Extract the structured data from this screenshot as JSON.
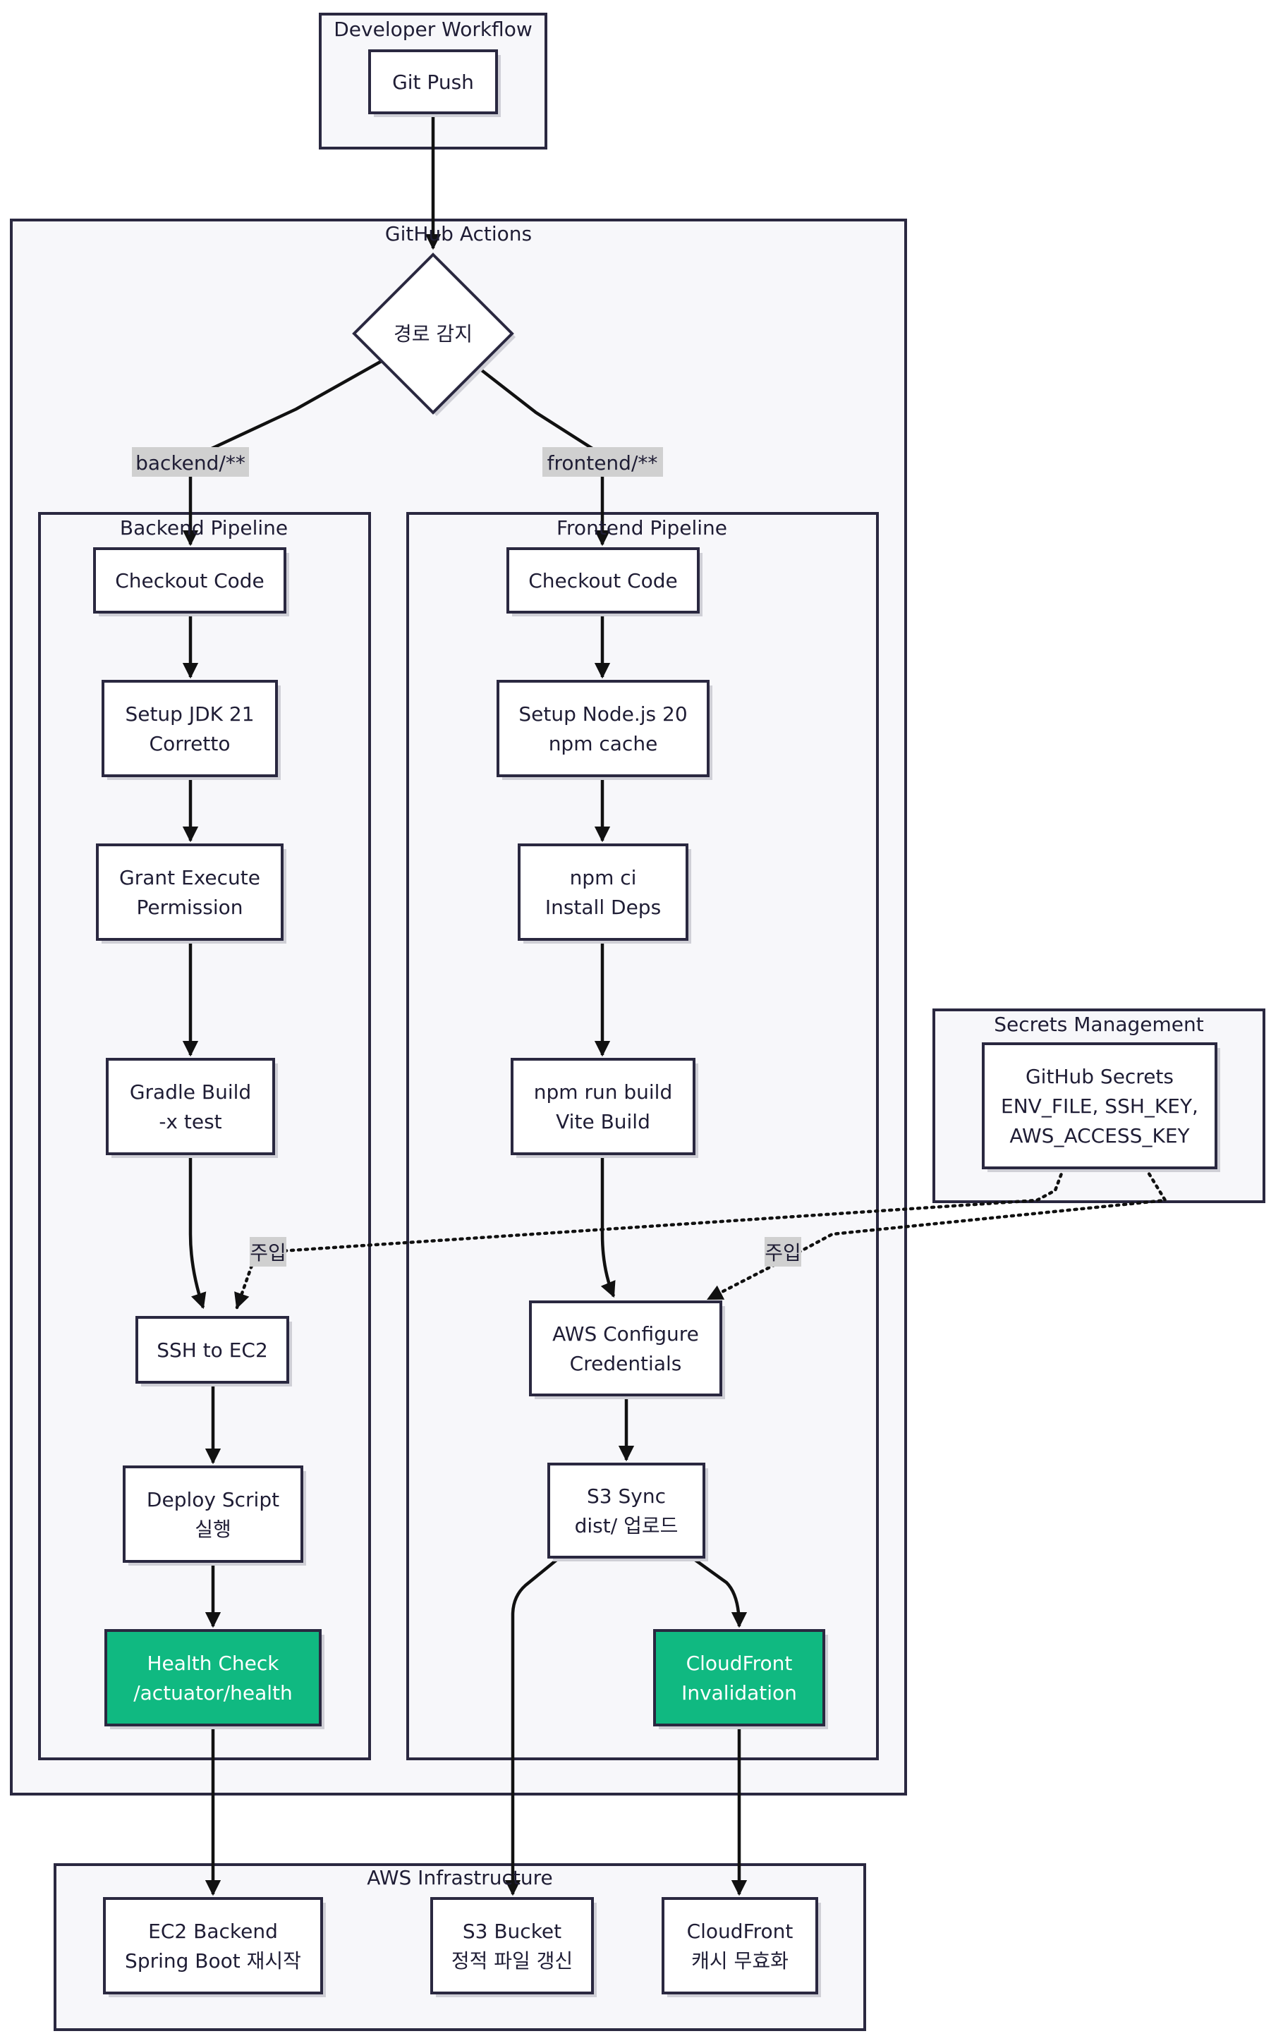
{
  "clusters": {
    "developer": "Developer Workflow",
    "github_actions": "GitHub Actions",
    "backend": "Backend Pipeline",
    "frontend": "Frontend Pipeline",
    "secrets": "Secrets Management",
    "aws": "AWS Infrastructure"
  },
  "nodes": {
    "git_push": [
      "Git Push"
    ],
    "path_detect": [
      "경로 감지"
    ],
    "be_checkout": [
      "Checkout Code"
    ],
    "be_jdk": [
      "Setup JDK 21",
      "Corretto"
    ],
    "be_grant": [
      "Grant Execute",
      "Permission"
    ],
    "be_gradle": [
      "Gradle Build",
      "-x test"
    ],
    "be_ssh": [
      "SSH to EC2"
    ],
    "be_deploy": [
      "Deploy Script",
      "실행"
    ],
    "be_health": [
      "Health Check",
      "/actuator/health"
    ],
    "fe_checkout": [
      "Checkout Code"
    ],
    "fe_node": [
      "Setup Node.js 20",
      "npm cache"
    ],
    "fe_npmci": [
      "npm ci",
      "Install Deps"
    ],
    "fe_build": [
      "npm run build",
      "Vite Build"
    ],
    "fe_aws": [
      "AWS Configure",
      "Credentials"
    ],
    "fe_s3sync": [
      "S3 Sync",
      "dist/ 업로드"
    ],
    "fe_cf_inv": [
      "CloudFront",
      "Invalidation"
    ],
    "secrets": [
      "GitHub Secrets",
      "ENV_FILE, SSH_KEY,",
      "AWS_ACCESS_KEY"
    ],
    "ec2": [
      "EC2 Backend",
      "Spring Boot 재시작"
    ],
    "s3": [
      "S3 Bucket",
      "정적 파일 갱신"
    ],
    "cloudfront": [
      "CloudFront",
      "캐시 무효화"
    ]
  },
  "edge_labels": {
    "backend": "backend/**",
    "frontend": "frontend/**",
    "inject_backend": "주입",
    "inject_frontend": "주입"
  },
  "colors": {
    "highlight": "#10b981",
    "cluster_fill": "#f7f7fa",
    "border": "#2a2840"
  }
}
